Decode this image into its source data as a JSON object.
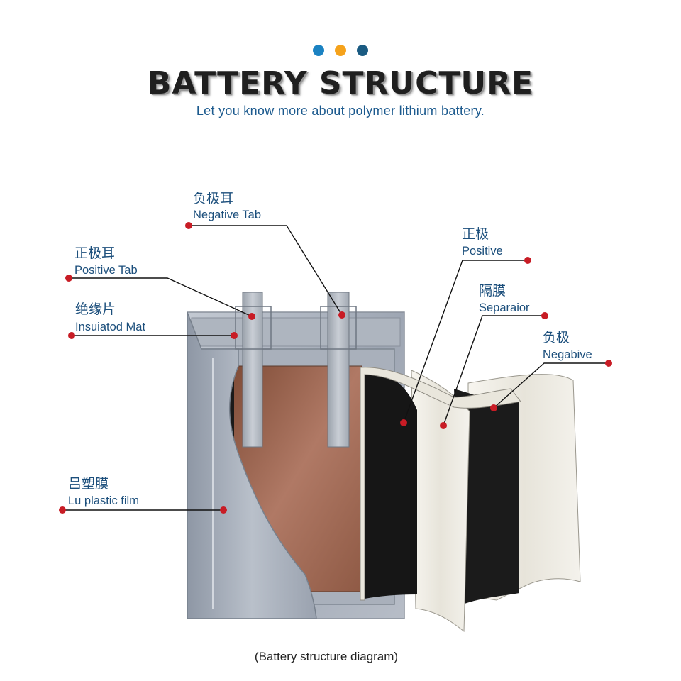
{
  "header": {
    "dots": [
      "#1b82c2",
      "#f5a21b",
      "#1a5b82"
    ],
    "title": "BATTERY STRUCTURE",
    "subtitle": "Let you know more about polymer lithium battery."
  },
  "labels": {
    "negative_tab": {
      "cn": "负极耳",
      "en": "Negative Tab"
    },
    "positive_tab": {
      "cn": "正极耳",
      "en": "Positive Tab"
    },
    "insulated_mat": {
      "cn": "绝缘片",
      "en": "Insuiatod Mat"
    },
    "lu_film": {
      "cn": "吕塑膜",
      "en": "Lu plastic film"
    },
    "positive": {
      "cn": "正极",
      "en": "Positive"
    },
    "separator": {
      "cn": "隔膜",
      "en": "Separaior"
    },
    "negative": {
      "cn": "负极",
      "en": "Negabive"
    }
  },
  "caption": "(Battery structure diagram)",
  "colors": {
    "label_text": "#1c4f7c",
    "marker": "#c81c25",
    "leader": "#111111"
  }
}
